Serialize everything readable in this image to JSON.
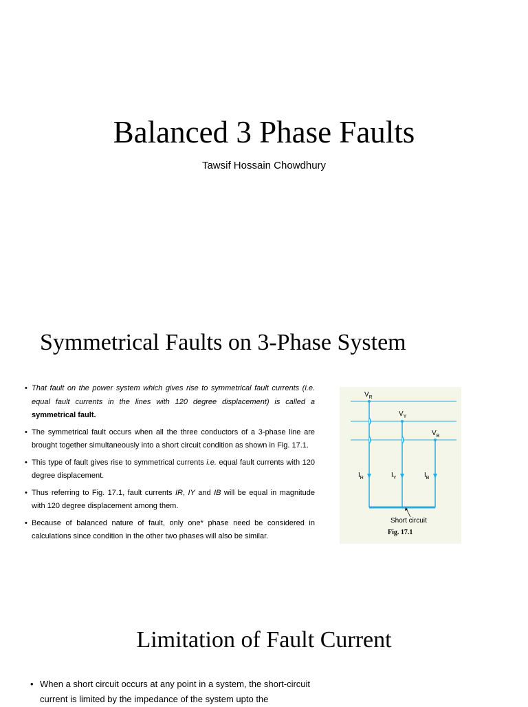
{
  "slide1": {
    "title": "Balanced 3 Phase Faults",
    "author": "Tawsif Hossain Chowdhury"
  },
  "slide2": {
    "heading": "Symmetrical Faults on 3-Phase  System",
    "bullet1": {
      "a": "That fault on the power system which gives rise to symmetrical fault currents (",
      "b": "i.e. equal fault currents in the lines with 120 degree displacement",
      "c": ") is called a ",
      "d": "symmetrical fault."
    },
    "bullet2": "The symmetrical fault occurs when all the three conductors of a 3-phase line are brought together simultaneously into a short circuit condition as shown in Fig. 17.1.",
    "bullet3": {
      "a": "This type of fault gives rise to symmetrical currents ",
      "b": "i.e.",
      "c": " equal fault currents with 120 degree displacement."
    },
    "bullet4": {
      "a": "Thus referring to Fig. 17.1, fault currents ",
      "b": "IR",
      "c": ", ",
      "d": "IY",
      "e": " and ",
      "f": "IB",
      "g": " will be equal in magnitude with 120 degree displacement among them."
    },
    "bullet5": " Because of balanced nature of fault, only one* phase need be considered in calculations since condition in the other two phases will also be similar.",
    "figure": {
      "vr": "V",
      "vr_sub": "R",
      "vy": "V",
      "vy_sub": "Y",
      "vb": "V",
      "vb_sub": "B",
      "ir": "I",
      "ir_sub": "R",
      "iy": "I",
      "iy_sub": "Y",
      "ib": "I",
      "ib_sub": "B",
      "short_circuit": "Short circuit",
      "caption": "Fig. 17.1",
      "line_color": "#29abe2",
      "bg_color": "#f3f6e9"
    }
  },
  "slide3": {
    "heading": "Limitation of Fault Current",
    "bullet1": "When a short circuit occurs at any point in a system, the short-circuit current is limited by the impedance of the system upto the"
  },
  "bullet_glyph": "•"
}
